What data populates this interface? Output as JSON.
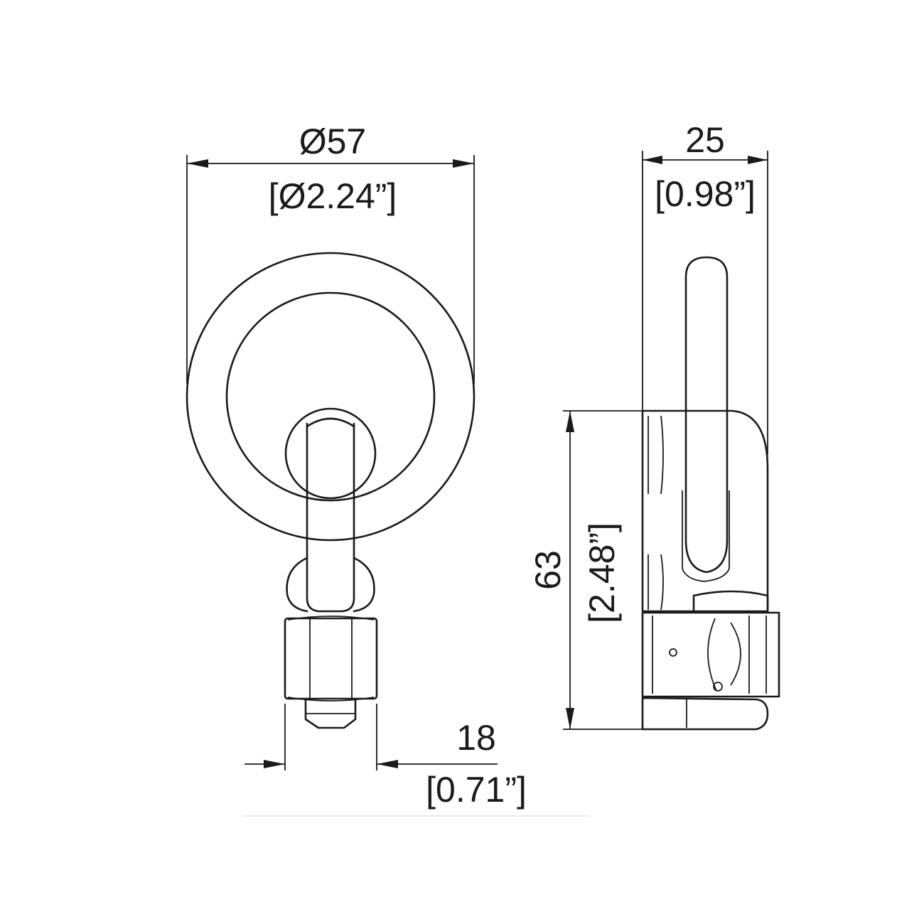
{
  "dimensions": {
    "ring_diameter": {
      "mm": "Ø57",
      "inch": "[Ø2.24”]"
    },
    "side_width": {
      "mm": "25",
      "inch": "[0.98”]"
    },
    "height": {
      "mm": "63",
      "inch": "[2.48”]"
    },
    "nut_width": {
      "mm": "18",
      "inch": "[0.71”]"
    }
  },
  "colors": {
    "line": "#1a1a1a",
    "background": "#ffffff"
  }
}
